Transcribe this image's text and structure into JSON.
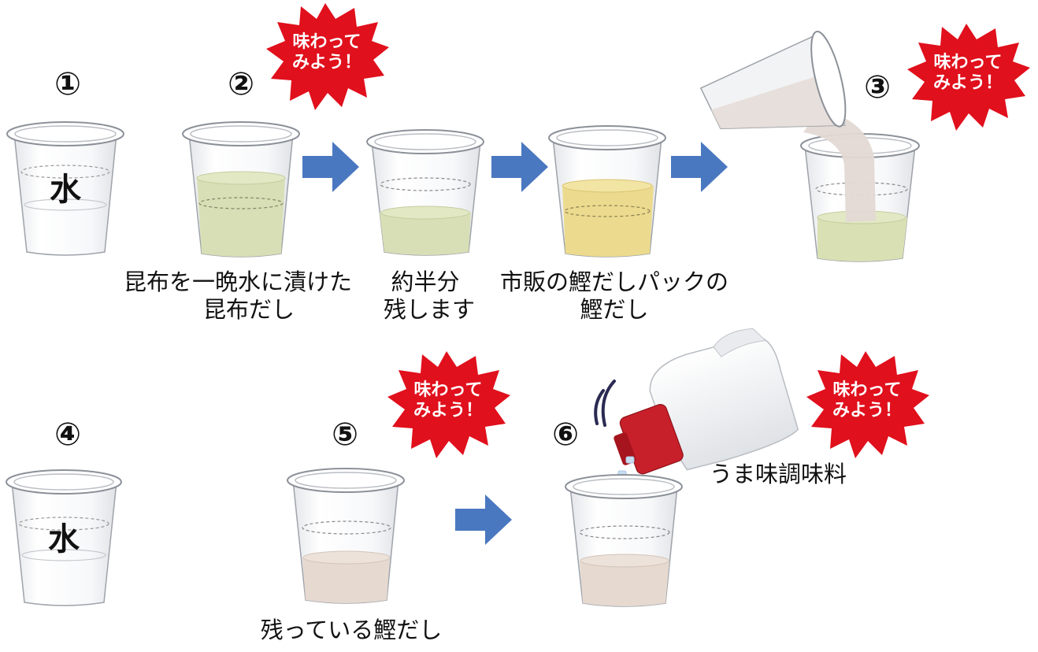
{
  "steps": [
    {
      "number": "①",
      "cup_text": "水"
    },
    {
      "number": "②",
      "caption_line1": "昆布を一晩水に漬けた",
      "caption_line2": "昆布だし"
    },
    {
      "caption_line1": "約半分",
      "caption_line2": "残します"
    },
    {
      "caption_line1": "市販の鰹だしパックの",
      "caption_line2": "鰹だし"
    },
    {
      "number": "③"
    },
    {
      "number": "④",
      "cup_text": "水"
    },
    {
      "number": "⑤",
      "caption_line1": "残っている鰹だし"
    },
    {
      "number": "⑥",
      "product_label": "うま味調味料"
    }
  ],
  "burst": {
    "line1": "味わって",
    "line2": "みよう！"
  },
  "colors": {
    "arrow": "#4a78c0",
    "burst": "#e0101c",
    "kombu_liquid": "#d8dfb6",
    "katsuo_liquid": "#ecdb8e",
    "mixed_liquid": "#d9e1b4",
    "pour_stream": "#e3d9d4",
    "brown_liquid": "#e6d9d0",
    "shaker_cap": "#c8202a"
  }
}
